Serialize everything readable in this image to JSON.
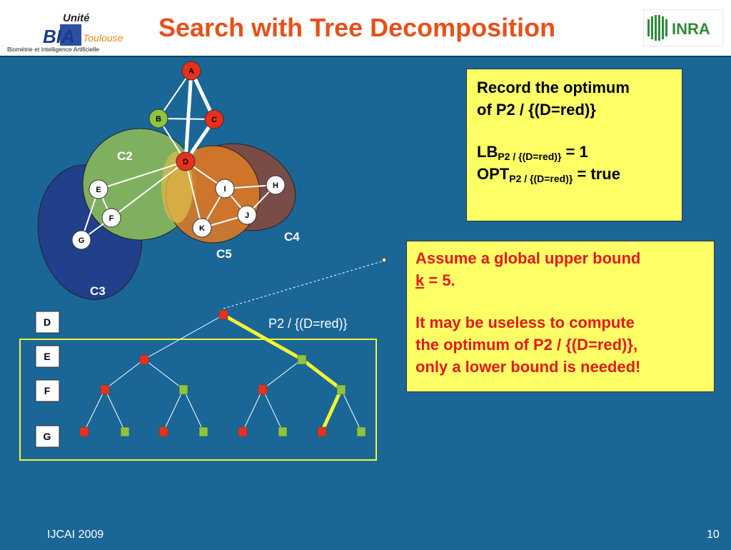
{
  "header": {
    "title": "Search with Tree Decomposition",
    "logo_left": {
      "top": "Unité",
      "main": "BIA",
      "script": "Toulouse",
      "sub": "Biométrie et Intelligence Artificielle"
    },
    "logo_right": {
      "text": "INRA"
    }
  },
  "graph": {
    "nodes": [
      {
        "id": "A",
        "color": "#e8301a"
      },
      {
        "id": "B",
        "color": "#8cc63f"
      },
      {
        "id": "C",
        "color": "#e8301a"
      },
      {
        "id": "D",
        "color": "#e8301a"
      },
      {
        "id": "E",
        "color": "#ffffff"
      },
      {
        "id": "F",
        "color": "#ffffff"
      },
      {
        "id": "G",
        "color": "#ffffff"
      },
      {
        "id": "H",
        "color": "#ffffff"
      },
      {
        "id": "I",
        "color": "#ffffff"
      },
      {
        "id": "J",
        "color": "#ffffff"
      },
      {
        "id": "K",
        "color": "#ffffff"
      }
    ],
    "cluster_labels": {
      "c2": "C2",
      "c3": "C3",
      "c4": "C4",
      "c5": "C5"
    }
  },
  "tree": {
    "variables": [
      "D",
      "E",
      "F",
      "G"
    ],
    "root_label": "P2 / {(D=red)}",
    "colors": {
      "red": "#e8301a",
      "green": "#8cc63f",
      "highlight": "#f5f530"
    }
  },
  "box1": {
    "line1": "Record the optimum",
    "line2": "of P2 / {(D=red)}",
    "lb": "LB",
    "lb_sub": "P2 / {(D=red)}",
    "lb_val": " = 1",
    "opt": "OPT",
    "opt_sub": "P2 / {(D=red)}",
    "opt_val": " = true"
  },
  "box2": {
    "line1": "Assume a global upper bound",
    "k": "k",
    "k_rest": " = 5.",
    "line3": "It may be useless to compute",
    "line4": "the optimum of P2 / {(D=red)},",
    "line5": "only a lower bound is needed!"
  },
  "footer": {
    "left": "IJCAI 2009",
    "page": "10"
  }
}
